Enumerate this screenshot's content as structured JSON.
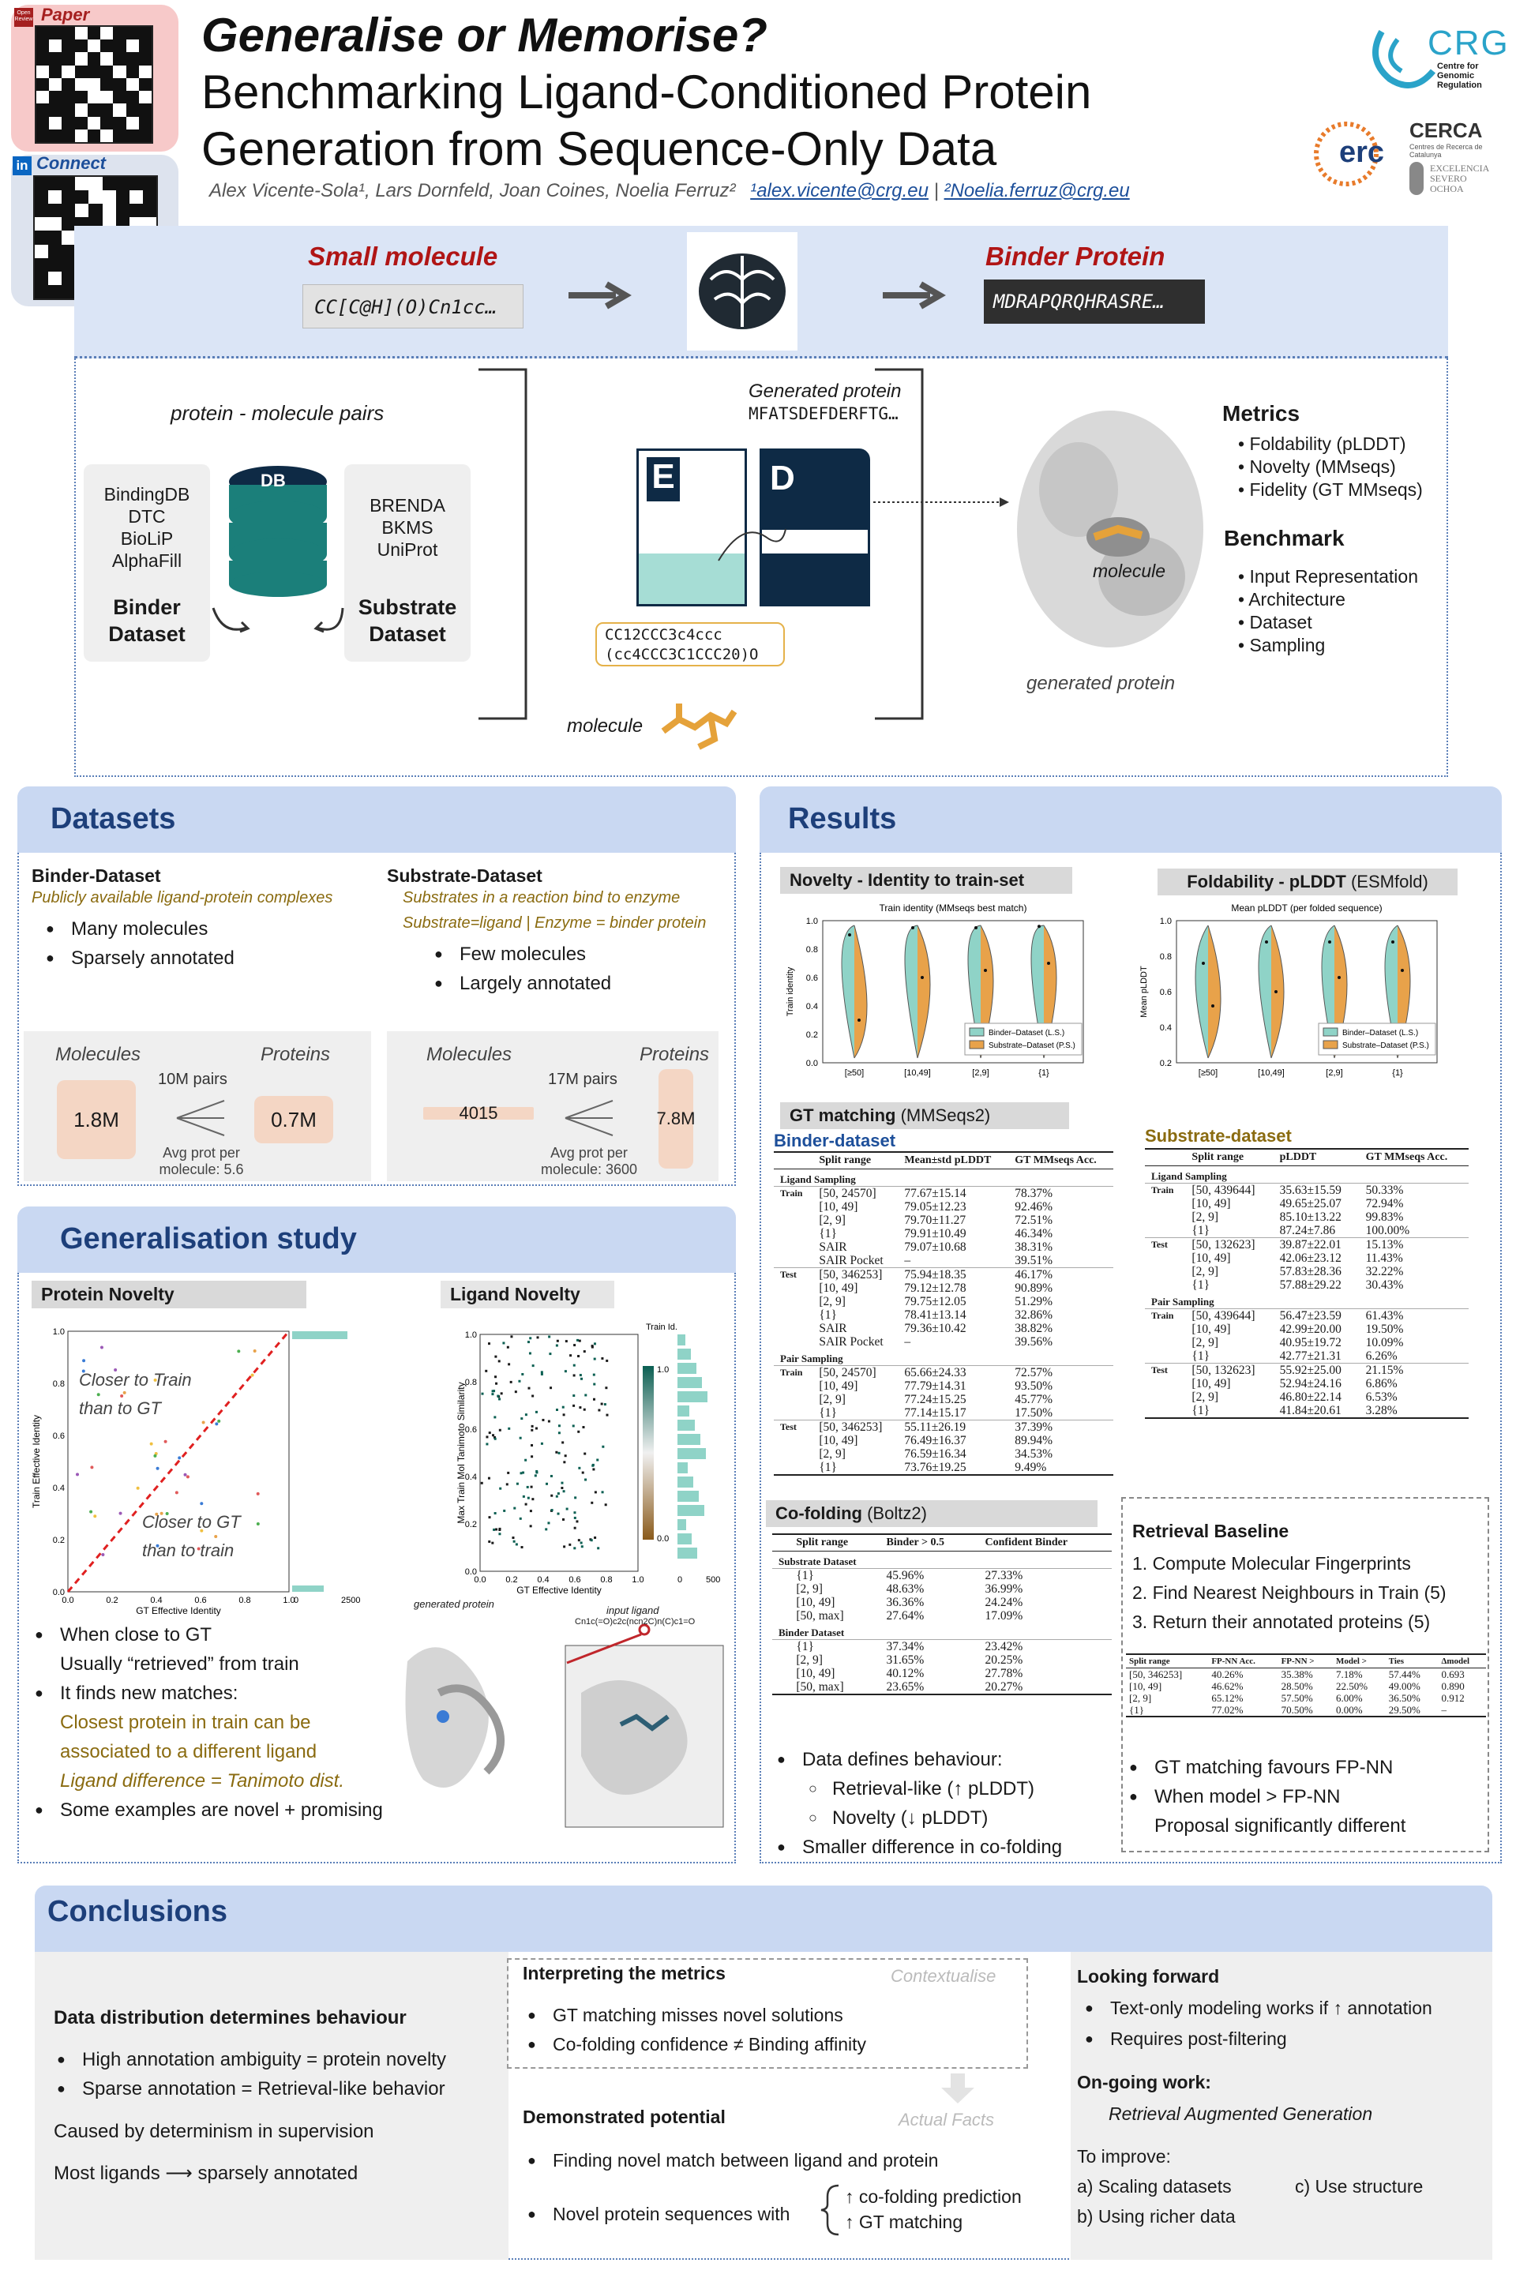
{
  "header": {
    "paper_label": "Paper",
    "openreview_label": "Open Review",
    "connect_label": "Connect",
    "title_line1": "Generalise or Memorise?",
    "title_line2": "Benchmarking Ligand-Conditioned Protein",
    "title_line3": "Generation from Sequence-Only Data",
    "authors": "Alex Vicente-Sola¹, Lars Dornfeld, Joan Coines, Noelia Ferruz²",
    "email1": "¹alex.vicente@crg.eu",
    "email_sep": "|",
    "email2": "²Noelia.ferruz@crg.eu",
    "logo_crg": "CRG",
    "logo_crg_sub": "Centre for Genomic Regulation",
    "logo_erc": "erc",
    "logo_cerca": "CERCA",
    "logo_cerca_sub": "Centres de Recerca de Catalunya",
    "logo_severo": "EXCELENCIA SEVERO OCHOA"
  },
  "pipeline": {
    "small_molecule_label": "Small molecule",
    "small_molecule_smiles": "CC[C@H](O)Cn1cc…",
    "binder_protein_label": "Binder Protein",
    "binder_protein_seq": "MDRAPQRQHRASRE…",
    "pairs_label": "protein - molecule pairs",
    "binder_sources": [
      "BindingDB",
      "DTC",
      "BioLiP",
      "AlphaFill"
    ],
    "binder_dataset": "Binder Dataset",
    "db_label": "DB",
    "substrate_sources": [
      "BRENDA",
      "BKMS",
      "UniProt"
    ],
    "substrate_dataset": "Substrate Dataset",
    "generated_protein_label": "Generated protein",
    "generated_protein_seq": "MFATSDEFDERFTG…",
    "encoder_label": "E",
    "decoder_label": "D",
    "input_smiles_line1": "CC12CCC3c4ccc",
    "input_smiles_line2": "(cc4CCC3C1CCC20)O",
    "molecule_label": "molecule",
    "structure_molecule_label": "molecule",
    "structure_generated_label": "generated protein",
    "metrics_title": "Metrics",
    "metrics": [
      "Foldability (pLDDT)",
      "Novelty (MMseqs)",
      "Fidelity (GT MMseqs)"
    ],
    "benchmark_title": "Benchmark",
    "benchmark": [
      "Input Representation",
      "Architecture",
      "Dataset",
      "Sampling"
    ]
  },
  "datasets": {
    "title": "Datasets",
    "binder_title": "Binder-Dataset",
    "binder_desc": "Publicly available ligand-protein complexes",
    "binder_bullets": [
      "Many molecules",
      "Sparsely annotated"
    ],
    "substrate_title": "Substrate-Dataset",
    "substrate_desc1": "Substrates in a reaction bind to enzyme",
    "substrate_desc2": "Substrate=ligand | Enzyme = binder protein",
    "substrate_bullets": [
      "Few molecules",
      "Largely annotated"
    ],
    "molecules_label": "Molecules",
    "proteins_label": "Proteins",
    "binder_molecules": "1.8M",
    "binder_proteins": "0.7M",
    "binder_pairs": "10M pairs",
    "binder_avg": "Avg prot per molecule: 5.6",
    "substrate_molecules": "4015",
    "substrate_proteins": "7.8M",
    "substrate_pairs": "17M pairs",
    "substrate_avg": "Avg prot per molecule: 3600"
  },
  "generalisation": {
    "title": "Generalisation study",
    "protein_novelty_title": "Protein Novelty",
    "ligand_novelty_title": "Ligand Novelty",
    "pn_closer_train": "Closer to Train than to GT",
    "pn_closer_gt": "Closer to GT than to train",
    "pn_ylabel": "Train Effective Identity",
    "pn_xlabel": "GT Effective Identity",
    "pn_xticks": [
      "0.0",
      "0.2",
      "0.4",
      "0.6",
      "0.8",
      "1.0"
    ],
    "pn_yticks": [
      "0.0",
      "0.2",
      "0.4",
      "0.6",
      "0.8",
      "1.0"
    ],
    "pn_hist_ticks": [
      "0",
      "2500"
    ],
    "ln_ylabel": "Max Train Mol Tanimoto Similarity",
    "ln_xlabel": "GT Effective Identity",
    "ln_colorbar_label": "Train Id.",
    "ln_colorbar_ticks": [
      "1.0",
      "0.0"
    ],
    "ln_hist_ticks": [
      "0",
      "500"
    ],
    "generated_protein_caption": "generated protein",
    "input_ligand_caption": "input ligand",
    "input_ligand_smiles": "Cn1c(=O)c2c(ncn2C)n(C)c1=O",
    "bullets": [
      {
        "text": "When close to GT",
        "kind": "bullet"
      },
      {
        "text": "Usually “retrieved” from train",
        "kind": "plain"
      },
      {
        "text": "It finds new matches:",
        "kind": "bullet"
      },
      {
        "text": "Closest protein in train can be",
        "kind": "gold"
      },
      {
        "text": "associated to a different ligand",
        "kind": "gold"
      },
      {
        "text": "Ligand difference = Tanimoto dist.",
        "kind": "itgold"
      },
      {
        "text": "Some examples are novel + promising",
        "kind": "bullet"
      }
    ]
  },
  "results": {
    "title": "Results",
    "novelty_title": "Novelty - Identity to train-set",
    "novelty_plot_title": "Train identity (MMseqs best match)",
    "novelty_ylabel": "Train identity",
    "foldability_title": "Foldability - pLDDT",
    "foldability_suffix": "(ESMfold)",
    "foldability_plot_title": "Mean pLDDT (per folded sequence)",
    "foldability_ylabel": "Mean pLDDT",
    "violin_categories": [
      "[≥50]",
      "[10,49]",
      "[2,9]",
      "{1}"
    ],
    "novelty_yticks": [
      "1.0",
      "0.8",
      "0.6",
      "0.4",
      "0.2",
      "0.0"
    ],
    "fold_yticks": [
      "1.0",
      "0.8",
      "0.6",
      "0.4",
      "0.2"
    ],
    "legend_binder": "Binder–Dataset (L.S.)",
    "legend_substrate": "Substrate–Dataset (P.S.)",
    "gt_matching_title": "GT matching",
    "gt_matching_suffix": "(MMSeqs2)",
    "binder_dataset_label": "Binder-dataset",
    "substrate_dataset_label": "Substrate-dataset",
    "binder_table": {
      "headers": [
        "Split range",
        "Mean±std pLDDT",
        "GT MMseqs Acc."
      ],
      "groups": [
        {
          "title": "Ligand Sampling",
          "blocks": [
            {
              "side": "Train",
              "rows": [
                [
                  "[50, 24570]",
                  "77.67±15.14",
                  "78.37%"
                ],
                [
                  "[10, 49]",
                  "79.05±12.23",
                  "92.46%"
                ],
                [
                  "[2, 9]",
                  "79.70±11.27",
                  "72.51%"
                ],
                [
                  "{1}",
                  "79.91±10.49",
                  "46.34%"
                ],
                [
                  "SAIR",
                  "79.07±10.68",
                  "38.31%"
                ],
                [
                  "SAIR Pocket",
                  "–",
                  "39.51%"
                ]
              ]
            },
            {
              "side": "Test",
              "rows": [
                [
                  "[50, 346253]",
                  "75.94±18.35",
                  "46.17%"
                ],
                [
                  "[10, 49]",
                  "79.12±12.78",
                  "90.89%"
                ],
                [
                  "[2, 9]",
                  "79.75±12.05",
                  "51.29%"
                ],
                [
                  "{1}",
                  "78.41±13.14",
                  "32.86%"
                ],
                [
                  "SAIR",
                  "79.36±10.42",
                  "38.82%"
                ],
                [
                  "SAIR Pocket",
                  "–",
                  "39.56%"
                ]
              ]
            }
          ]
        },
        {
          "title": "Pair Sampling",
          "blocks": [
            {
              "side": "Train",
              "rows": [
                [
                  "[50, 24570]",
                  "65.66±24.33",
                  "72.57%"
                ],
                [
                  "[10, 49]",
                  "77.79±14.31",
                  "93.50%"
                ],
                [
                  "[2, 9]",
                  "77.24±15.25",
                  "45.77%"
                ],
                [
                  "{1}",
                  "77.14±15.17",
                  "17.50%"
                ]
              ]
            },
            {
              "side": "Test",
              "rows": [
                [
                  "[50, 346253]",
                  "55.11±26.19",
                  "37.39%"
                ],
                [
                  "[10, 49]",
                  "76.49±16.37",
                  "89.94%"
                ],
                [
                  "[2, 9]",
                  "76.59±16.34",
                  "34.53%"
                ],
                [
                  "{1}",
                  "73.76±19.25",
                  "9.49%"
                ]
              ]
            }
          ]
        }
      ]
    },
    "substrate_table": {
      "headers": [
        "Split range",
        "pLDDT",
        "GT MMseqs Acc."
      ],
      "groups": [
        {
          "title": "Ligand Sampling",
          "blocks": [
            {
              "side": "Train",
              "rows": [
                [
                  "[50, 439644]",
                  "35.63±15.59",
                  "50.33%"
                ],
                [
                  "[10, 49]",
                  "49.65±25.07",
                  "72.94%"
                ],
                [
                  "[2, 9]",
                  "85.10±13.22",
                  "99.83%"
                ],
                [
                  "{1}",
                  "87.24±7.86",
                  "100.00%"
                ]
              ]
            },
            {
              "side": "Test",
              "rows": [
                [
                  "[50, 132623]",
                  "39.87±22.01",
                  "15.13%"
                ],
                [
                  "[10, 49]",
                  "42.06±23.12",
                  "11.43%"
                ],
                [
                  "[2, 9]",
                  "57.83±28.36",
                  "32.22%"
                ],
                [
                  "{1}",
                  "57.88±29.22",
                  "30.43%"
                ]
              ]
            }
          ]
        },
        {
          "title": "Pair Sampling",
          "blocks": [
            {
              "side": "Train",
              "rows": [
                [
                  "[50, 439644]",
                  "56.47±23.59",
                  "61.43%"
                ],
                [
                  "[10, 49]",
                  "42.99±20.00",
                  "19.50%"
                ],
                [
                  "[2, 9]",
                  "40.95±19.72",
                  "10.09%"
                ],
                [
                  "{1}",
                  "42.77±21.31",
                  "6.26%"
                ]
              ]
            },
            {
              "side": "Test",
              "rows": [
                [
                  "[50, 132623]",
                  "55.92±25.00",
                  "21.15%"
                ],
                [
                  "[10, 49]",
                  "52.94±24.16",
                  "6.86%"
                ],
                [
                  "[2, 9]",
                  "46.80±22.14",
                  "6.53%"
                ],
                [
                  "{1}",
                  "41.84±20.61",
                  "3.28%"
                ]
              ]
            }
          ]
        }
      ]
    },
    "cofolding_title": "Co-folding",
    "cofolding_suffix": "(Boltz2)",
    "cofolding_table": {
      "headers": [
        "Split range",
        "Binder > 0.5",
        "Confident Binder"
      ],
      "groups": [
        {
          "title": "Substrate Dataset",
          "rows": [
            [
              "{1}",
              "45.96%",
              "27.33%"
            ],
            [
              "[2, 9]",
              "48.63%",
              "36.99%"
            ],
            [
              "[10, 49]",
              "36.36%",
              "24.24%"
            ],
            [
              "[50, max]",
              "27.64%",
              "17.09%"
            ]
          ]
        },
        {
          "title": "Binder Dataset",
          "rows": [
            [
              "{1}",
              "37.34%",
              "23.42%"
            ],
            [
              "[2, 9]",
              "31.65%",
              "20.25%"
            ],
            [
              "[10, 49]",
              "40.12%",
              "27.78%"
            ],
            [
              "[50, max]",
              "23.65%",
              "20.27%"
            ]
          ]
        }
      ]
    },
    "cofolding_bullets": [
      {
        "text": "Data defines behaviour:",
        "kind": "bullet"
      },
      {
        "text": "Retrieval-like (↑ pLDDT)",
        "kind": "sub"
      },
      {
        "text": "Novelty (↓ pLDDT)",
        "kind": "sub"
      },
      {
        "text": "Smaller difference in co-folding",
        "kind": "bullet"
      }
    ],
    "retrieval_title": "Retrieval Baseline",
    "retrieval_steps": [
      "1.  Compute Molecular Fingerprints",
      "2.  Find Nearest Neighbours in Train  (5)",
      "3.  Return their annotated proteins (5)"
    ],
    "retrieval_table": {
      "headers": [
        "Split range",
        "FP-NN Acc.",
        "FP-NN >",
        "Model >",
        "Ties",
        "Δmodel"
      ],
      "rows": [
        [
          "[50, 346253]",
          "40.26%",
          "35.38%",
          "7.18%",
          "57.44%",
          "0.693"
        ],
        [
          "[10, 49]",
          "46.62%",
          "28.50%",
          "22.50%",
          "49.00%",
          "0.890"
        ],
        [
          "[2, 9]",
          "65.12%",
          "57.50%",
          "6.00%",
          "36.50%",
          "0.912"
        ],
        [
          "{1}",
          "77.02%",
          "70.50%",
          "0.00%",
          "29.50%",
          "–"
        ]
      ]
    },
    "retrieval_bullets": [
      {
        "text": "GT matching favours FP-NN",
        "kind": "bullet"
      },
      {
        "text": "When model > FP-NN",
        "kind": "bullet"
      },
      {
        "text": "Proposal significantly different",
        "kind": "plain"
      }
    ]
  },
  "conclusions": {
    "title": "Conclusions",
    "col1_title": "Data distribution determines behaviour",
    "col1_bullets": [
      "High annotation ambiguity = protein novelty",
      "Sparse annotation = Retrieval-like behavior"
    ],
    "col1_line1": "Caused by determinism in supervision",
    "col1_line2": "Most ligands ⟶ sparsely annotated",
    "interp_title": "Interpreting the metrics",
    "contextualise": "Contextualise",
    "interp_bullets": [
      "GT matching misses novel solutions",
      "Co-folding confidence ≠ Binding affinity"
    ],
    "actual_facts": "Actual Facts",
    "demo_title": "Demonstrated potential",
    "demo_bullet1": "Finding novel match between ligand and protein",
    "demo_bullet2": "Novel protein sequences with",
    "demo_brace1": "↑ co-folding prediction",
    "demo_brace2": "↑ GT matching",
    "forward_title": "Looking forward",
    "forward_bullets": [
      "Text-only modeling works if ↑ annotation",
      "Requires post-filtering"
    ],
    "ongoing_title": "On-going work:",
    "ongoing_text": "Retrieval Augmented Generation",
    "improve_title": "To improve:",
    "improve_a": "a)   Scaling datasets",
    "improve_c": "c)  Use structure",
    "improve_b": "b)   Using richer data"
  },
  "colors": {
    "teal": "#8fd3c7",
    "orange": "#e8a24a",
    "navy": "#10304f",
    "banner": "#c9d8f2",
    "title_red": "#b01515"
  }
}
